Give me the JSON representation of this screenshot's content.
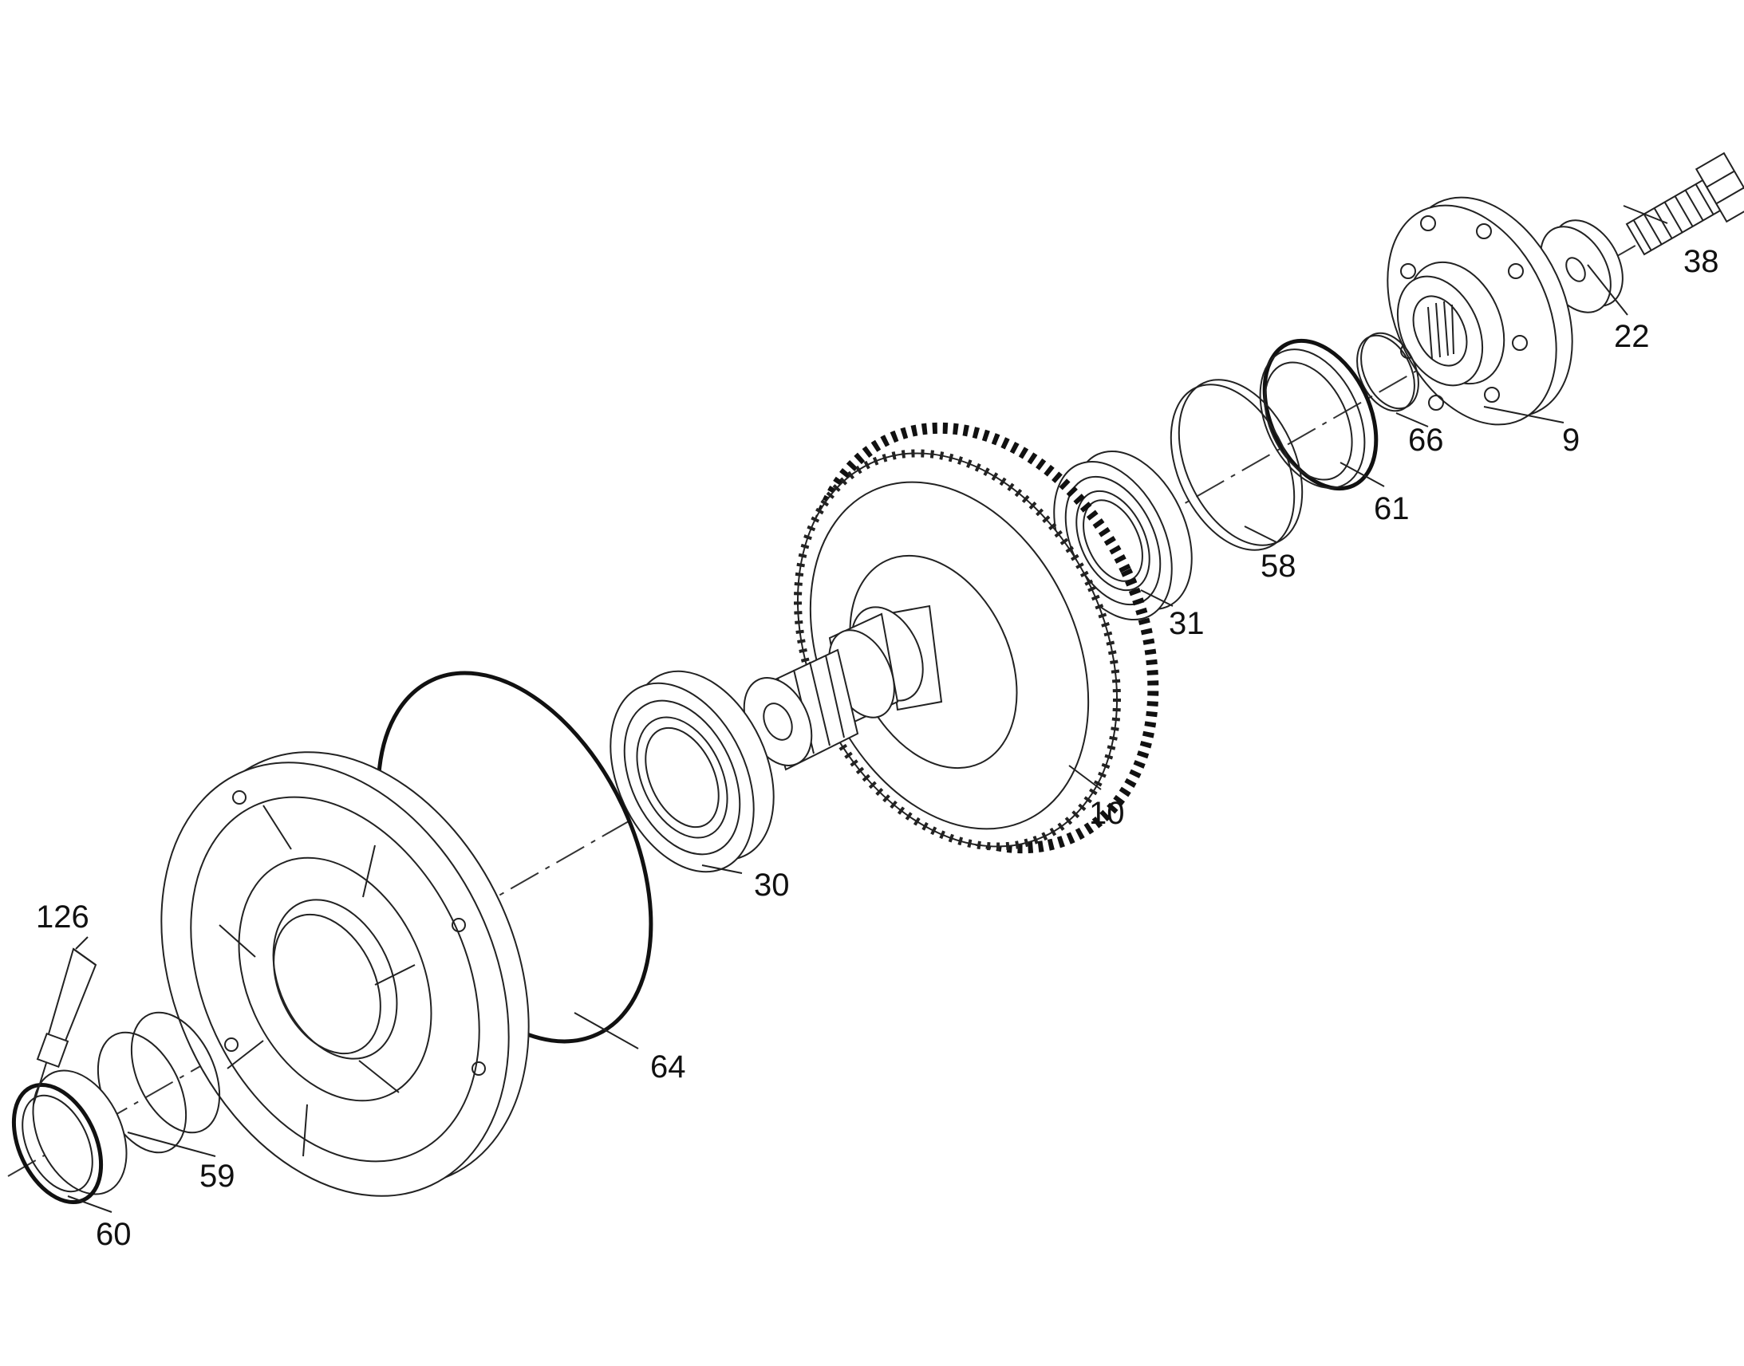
{
  "parts": [
    {
      "id": "p38",
      "label": "38",
      "icon": "hex-bolt-icon"
    },
    {
      "id": "p22",
      "label": "22",
      "icon": "washer-icon"
    },
    {
      "id": "p9",
      "label": "9",
      "icon": "output-flange-icon"
    },
    {
      "id": "p66",
      "label": "66",
      "icon": "o-ring-icon"
    },
    {
      "id": "p61",
      "label": "61",
      "icon": "shaft-seal-icon"
    },
    {
      "id": "p58",
      "label": "58",
      "icon": "snap-ring-icon"
    },
    {
      "id": "p31",
      "label": "31",
      "icon": "ball-bearing-icon"
    },
    {
      "id": "p10",
      "label": "10",
      "icon": "spur-gear-shaft-icon"
    },
    {
      "id": "p30",
      "label": "30",
      "icon": "ball-bearing-icon"
    },
    {
      "id": "p64",
      "label": "64",
      "icon": "large-o-ring-icon"
    },
    {
      "id": "p126",
      "label": "126",
      "icon": "sealant-tube-icon"
    },
    {
      "id": "p59",
      "label": "59",
      "icon": "snap-ring-icon"
    },
    {
      "id": "p60",
      "label": "60",
      "icon": "shaft-seal-icon"
    }
  ],
  "colors": {
    "line": "#222222",
    "background": "#ffffff"
  }
}
